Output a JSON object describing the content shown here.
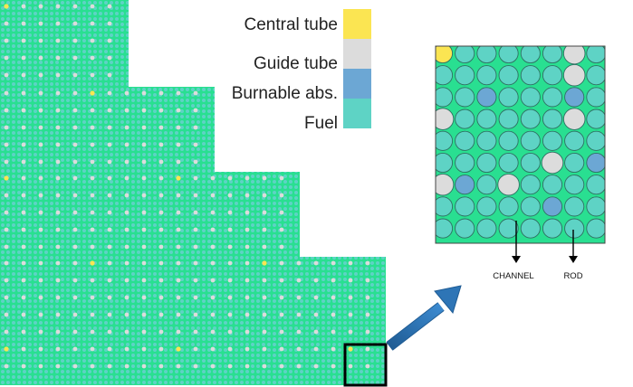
{
  "legend": {
    "items": [
      {
        "label": "Central tube",
        "color": "#FBE552"
      },
      {
        "label": "Guide tube",
        "color": "#DCDCDC"
      },
      {
        "label": "Burnable abs.",
        "color": "#6CA7D4"
      },
      {
        "label": "Fuel",
        "color": "#5ED3C5"
      }
    ]
  },
  "core_map": {
    "background_color": "#29DF91",
    "fuel_color": "#5ED3C5",
    "guide_tube_color": "#DCDCDC",
    "central_tube_color": "#FBE552"
  },
  "zoom": {
    "background_color": "#29DF91",
    "highlight_box": "black",
    "arrow_color": "#2E75B6",
    "labels": {
      "channel": "CHANNEL",
      "rod": "ROD"
    }
  }
}
